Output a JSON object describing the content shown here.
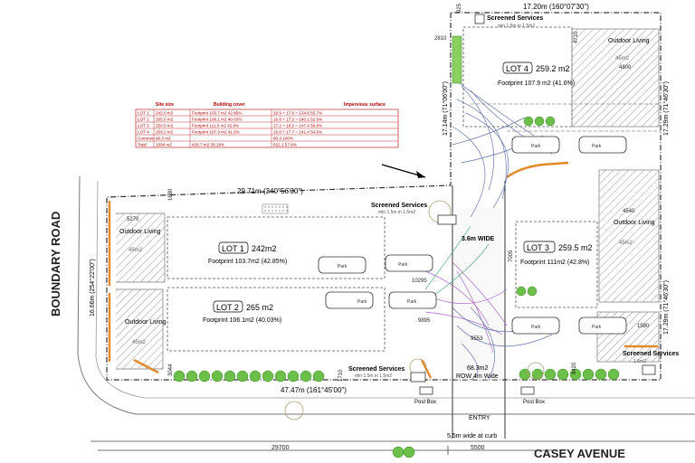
{
  "header": {
    "north_boundary": "17.20m  (160°07'30\")",
    "screened_top": "Screened Services",
    "screened_top_sub": "min 1.5m in 1.5m2",
    "dim_925": "925",
    "dim_2810": "2810",
    "dim_4710": "4710",
    "dim_4800": "4800"
  },
  "lot4": {
    "label": "LOT 4",
    "area": "259.2 m2",
    "footprint": "Footprint 107.9 m2 (41.6%)",
    "outdoor": "Outdoor Living",
    "outdoor_area": "45m2"
  },
  "lot1": {
    "label": "LOT 1",
    "area": "242m2",
    "footprint": "Footprint 103.7m2 (42.85%)",
    "outdoor": "Outdoor Living",
    "outdoor_area": "45m2",
    "boundary": "29.71m  (340°56'30\")",
    "dim_1680": "1680",
    "dim_5270": "5270"
  },
  "lot2": {
    "label": "LOT 2",
    "area": "265 m2",
    "footprint": "Footprint 106.1m2 (40.03%)",
    "outdoor": "Outdoor Living",
    "outdoor_area": "45m2",
    "dim_3044": "3044"
  },
  "lot3": {
    "label": "LOT 3",
    "area": "259.5 m2",
    "footprint": "Footprint 111m2 (42.8%)",
    "outdoor": "Outdoor Living",
    "outdoor_area": "45m2",
    "dim_4540": "4540",
    "dim_1580": "1580",
    "dim_8420": "8420"
  },
  "labels": {
    "boundary_road": "BOUNDARY ROAD",
    "casey_avenue": "CASEY AVENUE",
    "west_boundary": "16.66m  (254°22'00\")",
    "east_upper": "17.29m  (71°46'30\")",
    "east_lower": "17.29m  (71°46'30\")",
    "row_side": "17.14m  (71°06'00\")",
    "south_boundary": "47.47m  (161°45'00\")",
    "screened_mid": "Screened Services",
    "screened_mid_sub": "min 1.5m in 1.5m2",
    "screened_bottom": "Screened Services",
    "screened_bottom_sub": "min 1.5m in 1.5m2",
    "screened_right": "Screened Services",
    "screened_right_sub": "1.5m2",
    "wide_36": "3.6m WIDE",
    "row_area": "68.3m2",
    "row_width": "ROW 4m Wide",
    "entry": "ENTRY",
    "curb": "5.5m wide at curb",
    "post_box_left": "Post Box",
    "post_box_right": "Post Box",
    "dim_29700": "29700",
    "dim_5500": "5500",
    "dim_10295": "10295",
    "dim_9895": "9895",
    "dim_9553": "9553",
    "dim_7005": "7005",
    "dim_1710": "1710",
    "park": "Park"
  },
  "table": {
    "headers": [
      "Site size",
      "Building cover",
      "Impervious surface"
    ],
    "rows": [
      [
        "LOT 1",
        "242.0 m2",
        "Footprint 103.7 m2  42.85%",
        "18.9 + 17.6 = 134.6  55.7%"
      ],
      [
        "LOT 2",
        "265.0 m2",
        "Footprint 106.1 m2  40.03%",
        "16.8 + 17.2 = 140.1  52.9%"
      ],
      [
        "LOT 3",
        "259.5 m2",
        "Footprint 111.0 m2  42.8%",
        "17.2 + 19.2 = 147.4  56.8%"
      ],
      [
        "LOT 4",
        "259.2 m2",
        "Footprint 107.9 m2  41.6%",
        "15.8 + 17.7 = 141.4  54.6%"
      ],
      [
        "Common",
        "68.3 m2",
        "",
        "68.3   100%"
      ],
      [
        "Total",
        "1094 m2",
        "428.7 m2  39.19%",
        "622.1  57.9%"
      ]
    ]
  }
}
